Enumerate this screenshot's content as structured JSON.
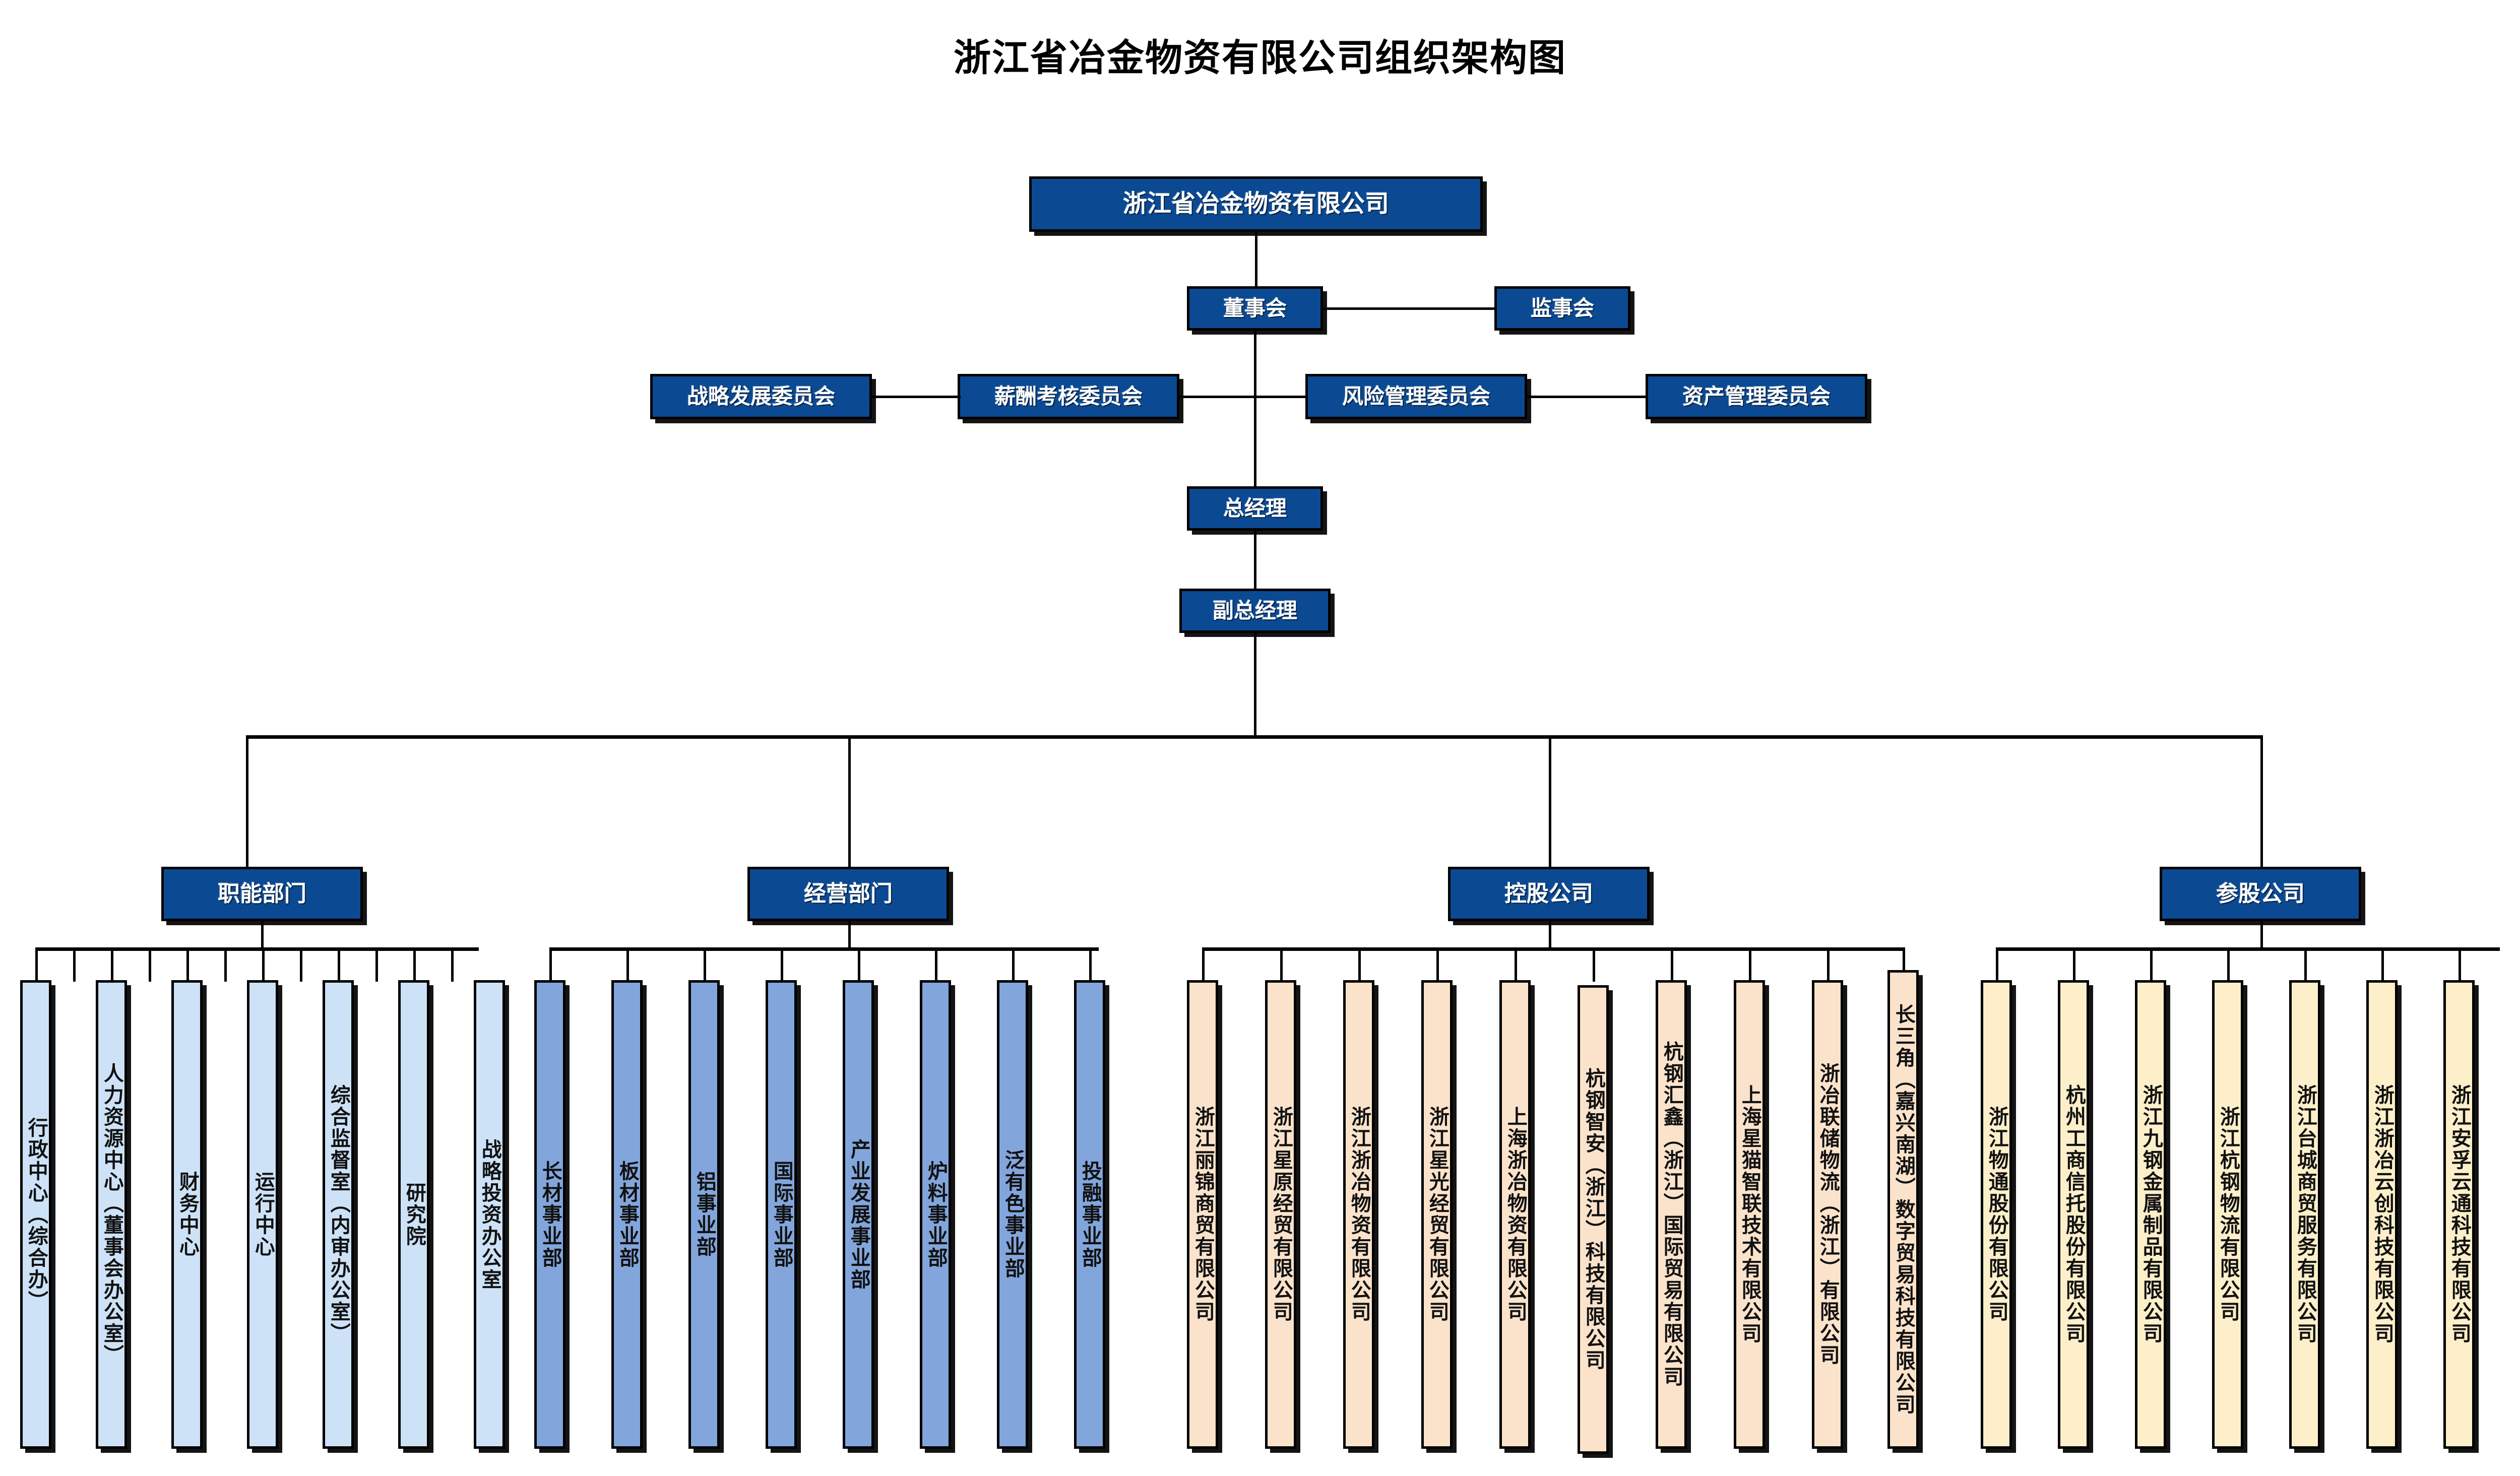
{
  "title": "浙江省冶金物资有限公司组织架构图",
  "company": {
    "label": "浙江省冶金物资有限公司"
  },
  "governance": {
    "board": "董事会",
    "supervisors": "监事会",
    "general_manager": "总经理",
    "deputy_general_manager": "副总经理"
  },
  "committees": [
    {
      "label": "战略发展委员会"
    },
    {
      "label": "薪酬考核委员会"
    },
    {
      "label": "风险管理委员会"
    },
    {
      "label": "资产管理委员会"
    }
  ],
  "categories": {
    "functional": "职能部门",
    "business": "经营部门",
    "holding": "控股公司",
    "equity": "参股公司"
  },
  "functional_departments": [
    {
      "label": "行政中心（综合办）"
    },
    {
      "label": "人力资源中心（董事会办公室）"
    },
    {
      "label": "财务中心"
    },
    {
      "label": "运行中心"
    },
    {
      "label": "综合监督室（内审办公室）"
    },
    {
      "label": "研究院"
    },
    {
      "label": "战略投资办公室"
    }
  ],
  "business_units": [
    {
      "label": "长材事业部"
    },
    {
      "label": "板材事业部"
    },
    {
      "label": "铝事业部"
    },
    {
      "label": "国际事业部"
    },
    {
      "label": "产业发展事业部"
    },
    {
      "label": "炉料事业部"
    },
    {
      "label": "泛有色事业部"
    },
    {
      "label": "投融事业部"
    }
  ],
  "holding_companies": [
    {
      "label": "浙江丽锦商贸有限公司"
    },
    {
      "label": "浙江星原经贸有限公司"
    },
    {
      "label": "浙江浙冶物资有限公司"
    },
    {
      "label": "浙江星光经贸有限公司"
    },
    {
      "label": "上海浙冶物资有限公司"
    },
    {
      "label": "杭钢智安（浙江）科技有限公司"
    },
    {
      "label": "杭钢汇鑫（浙江）国际贸易有限公司"
    },
    {
      "label": "上海星猫智联技术有限公司"
    },
    {
      "label": "浙冶联储物流（浙江）有限公司"
    },
    {
      "label": "长三角（嘉兴南湖）数字贸易科技有限公司"
    }
  ],
  "equity_companies": [
    {
      "label": "浙江物通股份有限公司"
    },
    {
      "label": "杭州工商信托股份有限公司"
    },
    {
      "label": "浙江九钢金属制品有限公司"
    },
    {
      "label": "浙江杭钢物流有限公司"
    },
    {
      "label": "浙江台城商贸服务有限公司"
    },
    {
      "label": "浙江浙冶云创科技有限公司"
    },
    {
      "label": "浙江安孚云通科技有限公司"
    }
  ],
  "colors": {
    "header_blue": "#0b4a93",
    "functional_fill": "#cde2f7",
    "business_fill": "#82a6dc",
    "holding_fill": "#fbe3cb",
    "equity_fill": "#fcefc9",
    "line": "#000000",
    "text_dark": "#111111",
    "text_light": "#ffffff"
  }
}
